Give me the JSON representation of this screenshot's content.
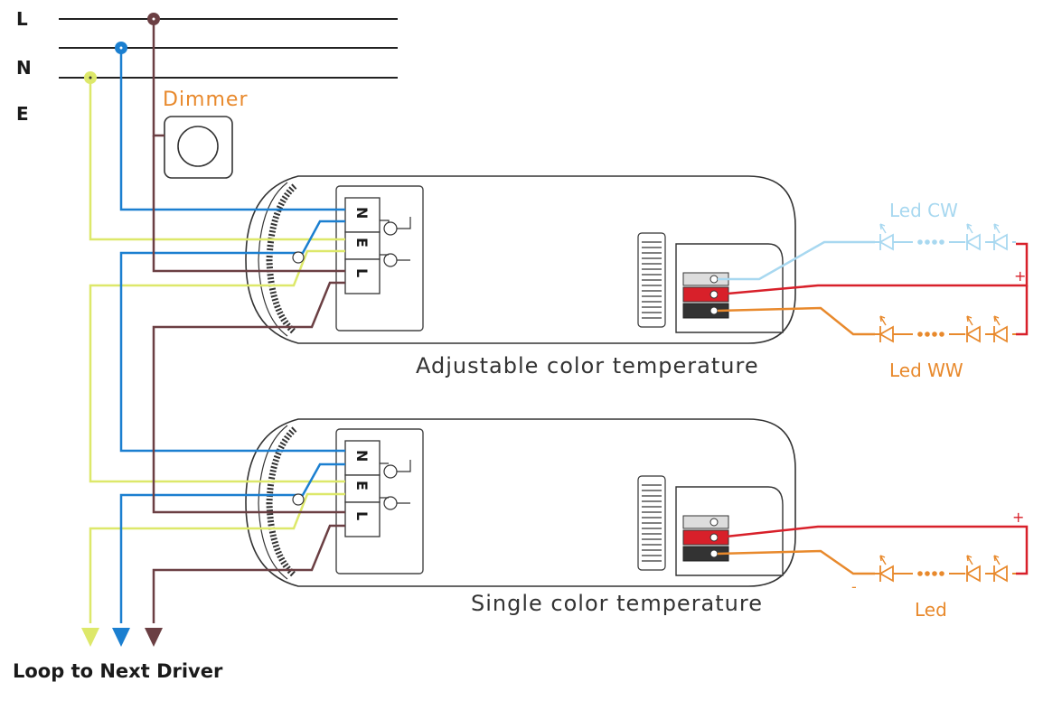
{
  "mains": {
    "labels": [
      "L",
      "N",
      "E"
    ]
  },
  "dimmer": {
    "label": "Dimmer"
  },
  "drivers": [
    {
      "caption": "Adjustable color temperature",
      "terminals": [
        "N",
        "E",
        "L"
      ],
      "leds": [
        {
          "label": "Led CW",
          "color": "#a8d8f0"
        },
        {
          "label": "Led WW",
          "color": "#e8892c"
        }
      ],
      "plus": "+"
    },
    {
      "caption": "Single color temperature",
      "terminals": [
        "N",
        "E",
        "L"
      ],
      "leds": [
        {
          "label": "Led",
          "color": "#e8892c"
        }
      ],
      "plus": "+",
      "minus": "-"
    }
  ],
  "loop": {
    "label": "Loop to Next Driver"
  },
  "colors": {
    "live": "#6b3f43",
    "neutral": "#1b7fd0",
    "earth": "#dde86a",
    "dimmer_text": "#e8892c",
    "positive": "#d8202a",
    "cw": "#a8d8f0",
    "ww": "#e8892c"
  }
}
